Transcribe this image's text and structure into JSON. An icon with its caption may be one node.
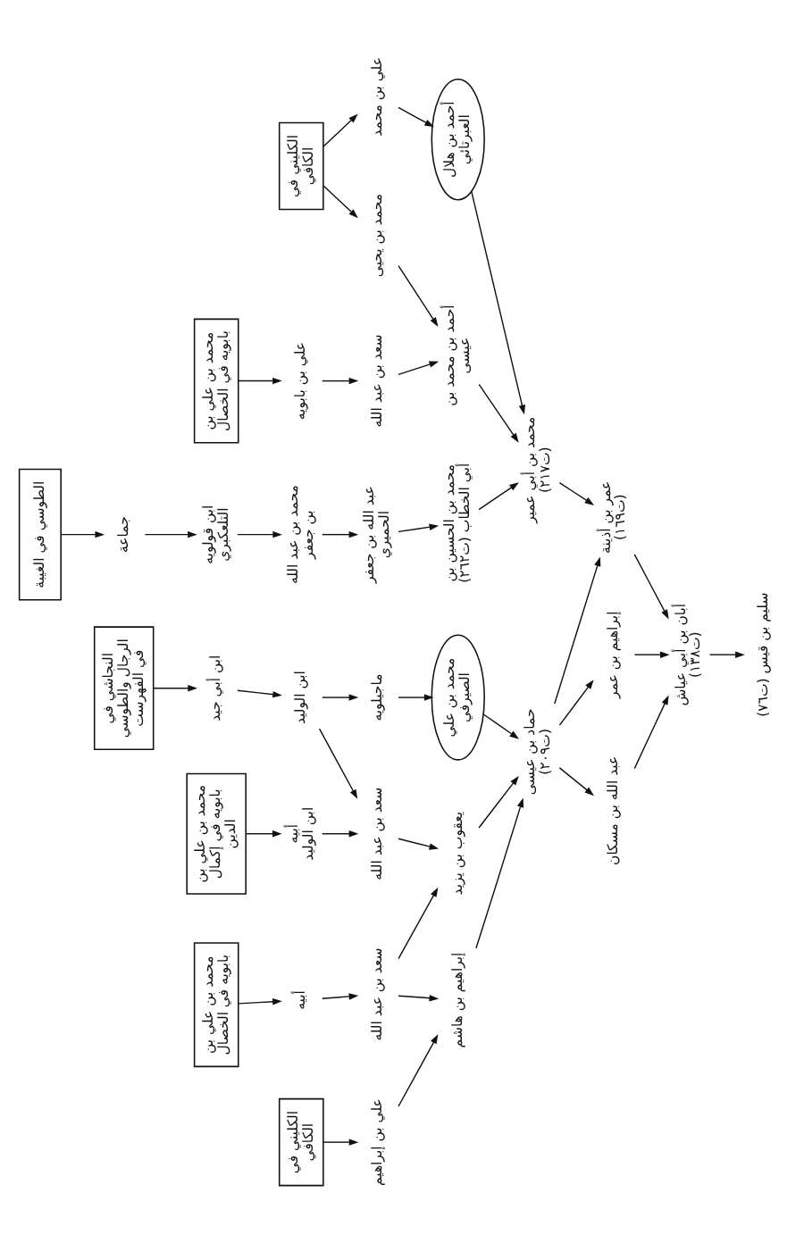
{
  "diagram": {
    "nodes": [
      {
        "text": [
          "سليم بن قيس (ت٧٦)"
        ]
      },
      {
        "text": [
          "أبان بن أبي عياش (ت١٣٨)"
        ]
      },
      {
        "text": [
          "عبد الله بن مسكان"
        ]
      },
      {
        "text": [
          "إبراهيم بن عمر"
        ]
      },
      {
        "text": [
          "عمر بن أذينة (ت١٦٩)"
        ]
      },
      {
        "text": [
          "حماد بن عيسى (ت٢٠٩)"
        ]
      },
      {
        "text": [
          "محمد بن أبي عمير (ت٢١٧)"
        ]
      },
      {
        "text": [
          "إبراهيم بن هاشم"
        ]
      },
      {
        "text": [
          "يعقوب بن يزيد"
        ]
      },
      {
        "text": [
          "محمد بن علي الصيرفي"
        ]
      },
      {
        "text": [
          "محمد بن الحسين بن أبي الخطاب (ت٢٦٢)"
        ]
      },
      {
        "text": [
          "أحمد بن محمد بن عيسى"
        ]
      },
      {
        "text": [
          "أحمد بن هلال العبرتائي"
        ]
      },
      {
        "text": [
          "علي بن إبراهيم"
        ]
      },
      {
        "text": [
          "سعد بن عبد الله"
        ]
      },
      {
        "text": [
          "سعد بن عبد الله"
        ]
      },
      {
        "text": [
          "ماجيلويه"
        ]
      },
      {
        "text": [
          "عبد الله بن جعفر الحميري"
        ]
      },
      {
        "text": [
          "سعد بن عبد الله"
        ]
      },
      {
        "text": [
          "محمد بن يحيى"
        ]
      },
      {
        "text": [
          "علي بن محمد"
        ]
      },
      {
        "text": [
          "الكليني في الكافي"
        ]
      },
      {
        "text": [
          "أبيه"
        ]
      },
      {
        "text": [
          "أبيه",
          "ابن الوليد"
        ]
      },
      {
        "text": [
          "ابن الوليد"
        ]
      },
      {
        "text": [
          "محمد بن عبد الله بن جعفر"
        ]
      },
      {
        "text": [
          "علي بن بابويه"
        ]
      },
      {
        "text": [
          "الكليني في الكافي"
        ]
      },
      {
        "text": [
          "محمد بن علي بن بابويه في الخصال"
        ]
      },
      {
        "text": [
          "محمد بن علي بن بابويه في إكمال الدين"
        ]
      },
      {
        "text": [
          "ابن أبي جيد"
        ]
      },
      {
        "text": [
          "ابن قولويه",
          "التلعكبري"
        ]
      },
      {
        "text": [
          "محمد بن علي بن بابويه في الخصال"
        ]
      },
      {
        "text": [
          "النجاشي في الرجال والطوسي في الفهرست"
        ]
      },
      {
        "text": [
          "جماعة"
        ]
      },
      {
        "text": [
          "الطوسي في الغيبة"
        ]
      }
    ],
    "edges": [
      {
        "from": 1,
        "to": 0,
        "arrow": "to"
      },
      {
        "from": 2,
        "to": 1,
        "arrow": "to"
      },
      {
        "from": 3,
        "to": 1,
        "arrow": "to"
      },
      {
        "from": 4,
        "to": 1,
        "arrow": "to"
      },
      {
        "from": 5,
        "to": 2,
        "arrow": "to"
      },
      {
        "from": 5,
        "to": 3,
        "arrow": "to"
      },
      {
        "from": 5,
        "to": 4,
        "arrow": "to"
      },
      {
        "from": 6,
        "to": 4,
        "arrow": "to"
      },
      {
        "from": 7,
        "to": 5,
        "arrow": "to"
      },
      {
        "from": 8,
        "to": 5,
        "arrow": "to"
      },
      {
        "from": 9,
        "to": 5,
        "arrow": "to"
      },
      {
        "from": 10,
        "to": 6,
        "arrow": "to"
      },
      {
        "from": 11,
        "to": 6,
        "arrow": "to"
      },
      {
        "from": 12,
        "to": 6,
        "arrow": "to"
      },
      {
        "from": 13,
        "to": 7,
        "arrow": "to"
      },
      {
        "from": 14,
        "to": 7,
        "arrow": "to"
      },
      {
        "from": 14,
        "to": 8,
        "arrow": "to"
      },
      {
        "from": 15,
        "to": 8,
        "arrow": "to"
      },
      {
        "from": 16,
        "to": 9,
        "arrow": "to"
      },
      {
        "from": 17,
        "to": 10,
        "arrow": "to"
      },
      {
        "from": 18,
        "to": 11,
        "arrow": "to"
      },
      {
        "from": 19,
        "to": 11,
        "arrow": "to"
      },
      {
        "from": 20,
        "to": 12,
        "arrow": "to"
      },
      {
        "from": 21,
        "to": 13,
        "arrow": "to"
      },
      {
        "from": 22,
        "to": 14,
        "arrow": "to"
      },
      {
        "from": 23,
        "to": 15,
        "arrow": "to"
      },
      {
        "from": 24,
        "to": 15,
        "arrow": "to"
      },
      {
        "from": 24,
        "to": 16,
        "arrow": "to"
      },
      {
        "from": 25,
        "to": 17,
        "arrow": "to"
      },
      {
        "from": 26,
        "to": 18,
        "arrow": "to"
      },
      {
        "from": 27,
        "to": 19,
        "arrow": "to"
      },
      {
        "from": 27,
        "to": 20,
        "arrow": "to"
      },
      {
        "from": 28,
        "to": 22,
        "arrow": "to"
      },
      {
        "from": 29,
        "to": 23,
        "arrow": "to"
      },
      {
        "from": 30,
        "to": 24,
        "arrow": "to"
      },
      {
        "from": 31,
        "to": 25,
        "arrow": "to"
      },
      {
        "from": 32,
        "to": 26,
        "arrow": "to"
      },
      {
        "from": 33,
        "to": 30,
        "arrow": "to"
      },
      {
        "from": 34,
        "to": 31,
        "arrow": "to"
      },
      {
        "from": 35,
        "to": 34,
        "arrow": "to"
      }
    ]
  }
}
